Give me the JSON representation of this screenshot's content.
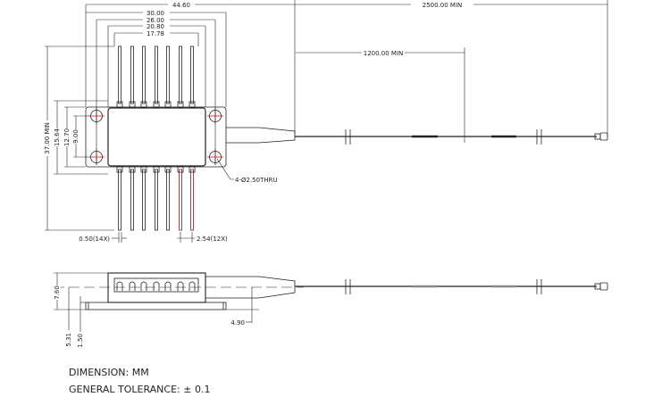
{
  "top_view": {
    "dims": {
      "overall_width": "44.60",
      "flange_width": "30.00",
      "hole_spacing_x": "26.00",
      "body_width": "20.80",
      "pin_span": "17.78",
      "total_height": "37.00 MIN",
      "flange_height": "15.64",
      "body_height": "12.70",
      "hole_spacing_y": "9.00",
      "fiber_length": "2500.00 MIN",
      "fiber_segment": "1200.00 MIN",
      "holes": "4-Ø2.50THRU",
      "pin_width": "0.50(14X)",
      "pin_pitch": "2.54(12X)"
    }
  },
  "side_view": {
    "dims": {
      "height": "7.60",
      "centerline": "5.31",
      "base": "1.50",
      "fiber_height": "4.90"
    }
  },
  "notes": {
    "dimension": "DIMENSION: MM",
    "tolerance": "GENERAL TOLERANCE: ± 0.1"
  },
  "colors": {
    "line": "#222222",
    "red": "#cc1111",
    "pin_red": "#8b1a1a"
  }
}
